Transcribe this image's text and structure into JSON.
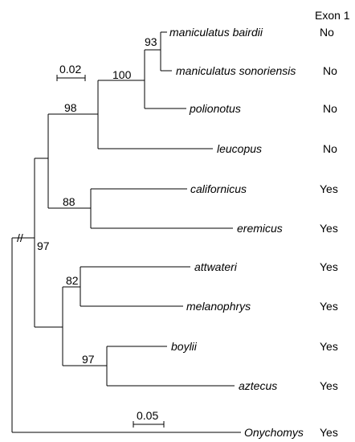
{
  "column_header": "Exon 1",
  "taxa": [
    {
      "name": "maniculatus bairdii",
      "exon1": "No"
    },
    {
      "name": "maniculatus sonoriensis",
      "exon1": "No"
    },
    {
      "name": "polionotus",
      "exon1": "No"
    },
    {
      "name": "leucopus",
      "exon1": "No"
    },
    {
      "name": "californicus",
      "exon1": "Yes"
    },
    {
      "name": "eremicus",
      "exon1": "Yes"
    },
    {
      "name": "attwateri",
      "exon1": "Yes"
    },
    {
      "name": "melanophrys",
      "exon1": "Yes"
    },
    {
      "name": "boylii",
      "exon1": "Yes"
    },
    {
      "name": "aztecus",
      "exon1": "Yes"
    },
    {
      "name": "Onychomys",
      "exon1": "Yes"
    }
  ],
  "bootstrap": [
    "93",
    "100",
    "98",
    "88",
    "97",
    "82",
    "97"
  ],
  "scale_bars": [
    "0.02",
    "0.05"
  ],
  "break_mark": "//"
}
